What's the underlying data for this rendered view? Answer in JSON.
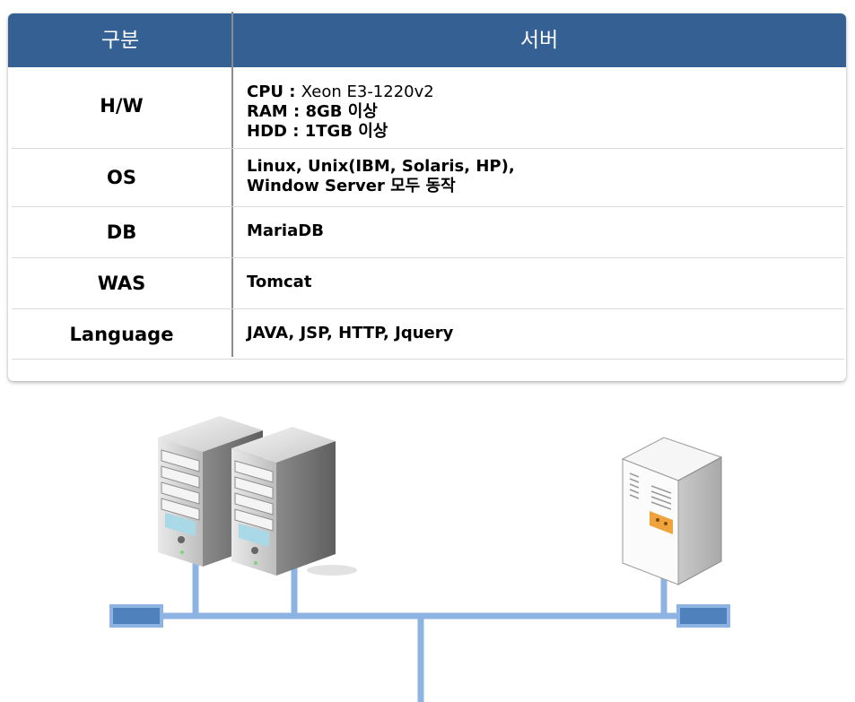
{
  "table": {
    "header": {
      "col1": "구분",
      "col2": "서버"
    },
    "rows": [
      {
        "label": "H/W",
        "lines": [
          {
            "key": "CPU : ",
            "value": "Xeon E3-1220v2"
          },
          {
            "key": "RAM : ",
            "value": "8GB 이상"
          },
          {
            "key": "HDD : ",
            "value": "1TGB 이상"
          }
        ]
      },
      {
        "label": "OS",
        "lines": [
          {
            "text": "Linux, Unix(IBM, Solaris, HP),"
          },
          {
            "text": "Window Server 모두 동작"
          }
        ]
      },
      {
        "label": "DB",
        "lines": [
          {
            "text": "MariaDB"
          }
        ]
      },
      {
        "label": "WAS",
        "lines": [
          {
            "text": "Tomcat"
          }
        ]
      },
      {
        "label": "Language",
        "lines": [
          {
            "text": "JAVA, JSP,  HTTP, Jquery"
          }
        ]
      }
    ]
  },
  "colors": {
    "header": "#356093",
    "network": "#8db3e2",
    "port": "#4f81bd"
  },
  "icons": [
    "rack-server-icon",
    "tower-server-icon",
    "network-port-icon"
  ]
}
